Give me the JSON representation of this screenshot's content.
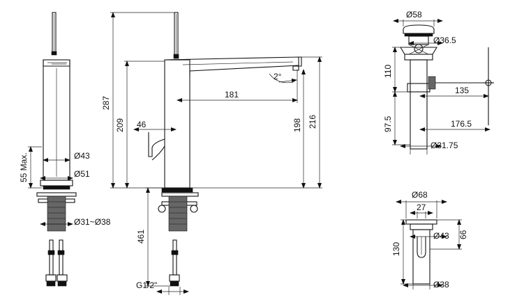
{
  "colors": {
    "line": "#111111",
    "background": "#ffffff"
  },
  "side_view": {
    "d43": "Ø43",
    "d51": "Ø51",
    "max55": "55 Max.",
    "range": "Ø31~Ø38"
  },
  "front_view": {
    "h287": "287",
    "h209": "209",
    "d46": "46",
    "angle": "2°",
    "reach": "181",
    "h198": "198",
    "h216": "216",
    "hose461": "461",
    "thread": "G1/2\""
  },
  "drain_view": {
    "d58": "Ø58",
    "d36_5": "Ø36.5",
    "h110": "110",
    "l135": "135",
    "h97_5": "97.5",
    "l176_5": "176.5",
    "d31_75": "Ø31.75"
  },
  "waste_view": {
    "d68": "Ø68",
    "w27": "27",
    "d43": "Ø43",
    "h66": "66",
    "h130": "130",
    "d38": "Ø38"
  }
}
